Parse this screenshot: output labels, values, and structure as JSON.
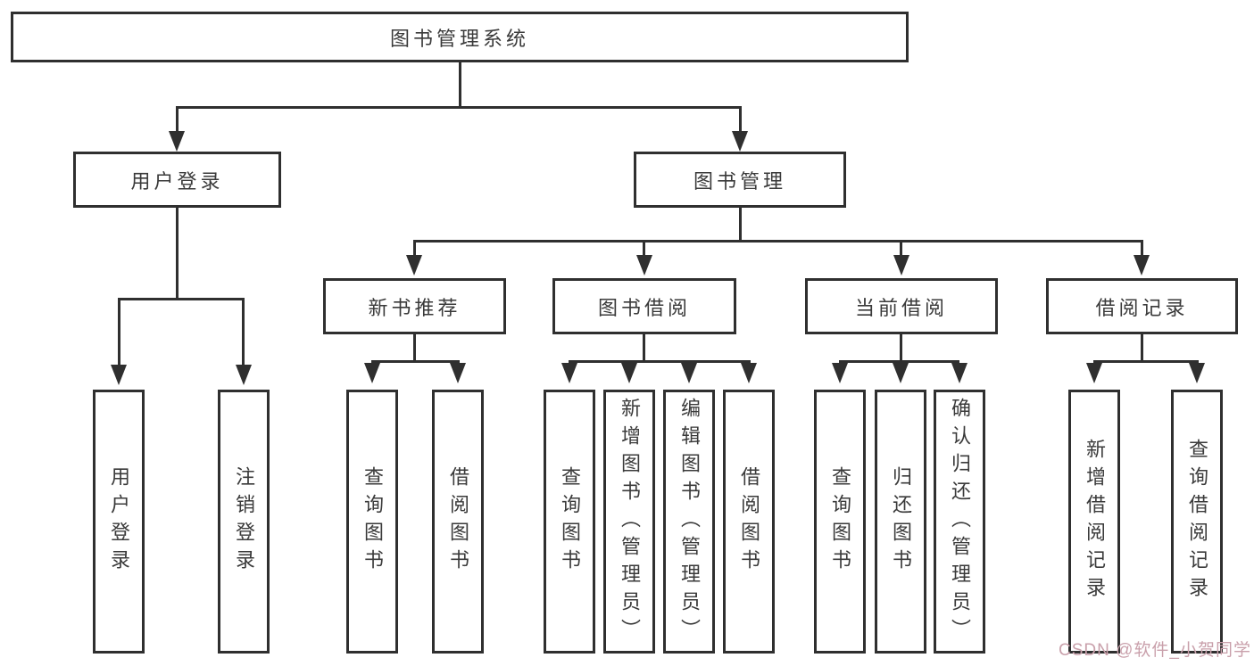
{
  "diagram": {
    "root": "图书管理系统",
    "level1": {
      "user_login": "用户登录",
      "book_mgmt": "图书管理"
    },
    "level2": {
      "new_book": "新书推荐",
      "book_borrow": "图书借阅",
      "current_borrow": "当前借阅",
      "borrow_record": "借阅记录"
    },
    "leaves": {
      "user_login": [
        "用户登录",
        "注销登录"
      ],
      "new_book": [
        "查询图书",
        "借阅图书"
      ],
      "book_borrow": [
        "查询图书",
        "新增图书（管理员）",
        "编辑图书（管理员）",
        "借阅图书"
      ],
      "current_borrow": [
        "查询图书",
        "归还图书",
        "确认归还（管理员）"
      ],
      "borrow_record": [
        "新增借阅记录",
        "查询借阅记录"
      ]
    }
  },
  "watermark": {
    "text": "CSDN @软件_小贺同学",
    "color": "#c9a0ab"
  },
  "colors": {
    "line": "#2f2f2f",
    "text": "#3a3a3a",
    "background": "#ffffff"
  }
}
